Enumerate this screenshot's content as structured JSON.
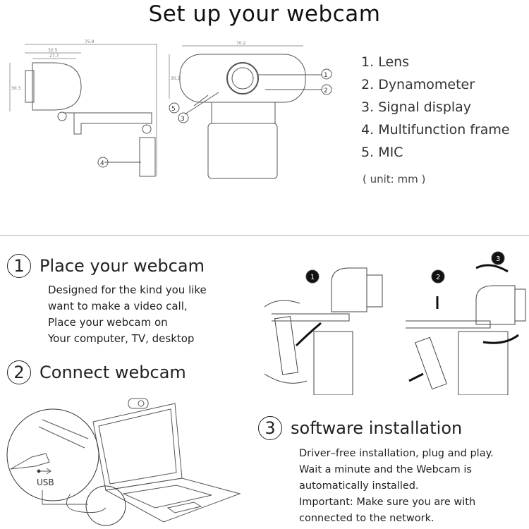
{
  "title": "Set up your webcam",
  "parts": [
    {
      "num": "1.",
      "label": "Lens"
    },
    {
      "num": "2.",
      "label": "Dynamometer"
    },
    {
      "num": "3.",
      "label": "Signal display"
    },
    {
      "num": "4.",
      "label": "Multifunction frame"
    },
    {
      "num": "5.",
      "label": "MIC"
    }
  ],
  "unit": "( unit: mm )",
  "dimensions": {
    "side_width": "75.9",
    "side_depth": "32.5",
    "side_inner": "27.7",
    "side_height": "30.3",
    "front_width": "70.2",
    "front_height": "30.2"
  },
  "callouts": [
    "1",
    "2",
    "3",
    "4",
    "5"
  ],
  "steps": [
    {
      "num": "1",
      "title": "Place your webcam",
      "lines": [
        "Designed for the kind you like",
        "want to make a video call,",
        "Place your webcam on",
        "Your computer, TV, desktop"
      ]
    },
    {
      "num": "2",
      "title": "Connect webcam"
    },
    {
      "num": "3",
      "title": "software installation",
      "lines": [
        "Driver–free installation, plug and play.",
        "Wait a minute and the Webcam is",
        "automatically installed.",
        "Important: Make sure you are with",
        "connected to the network."
      ]
    }
  ],
  "usb_label": "USB",
  "illustration_badges": [
    "1",
    "2",
    "3"
  ]
}
